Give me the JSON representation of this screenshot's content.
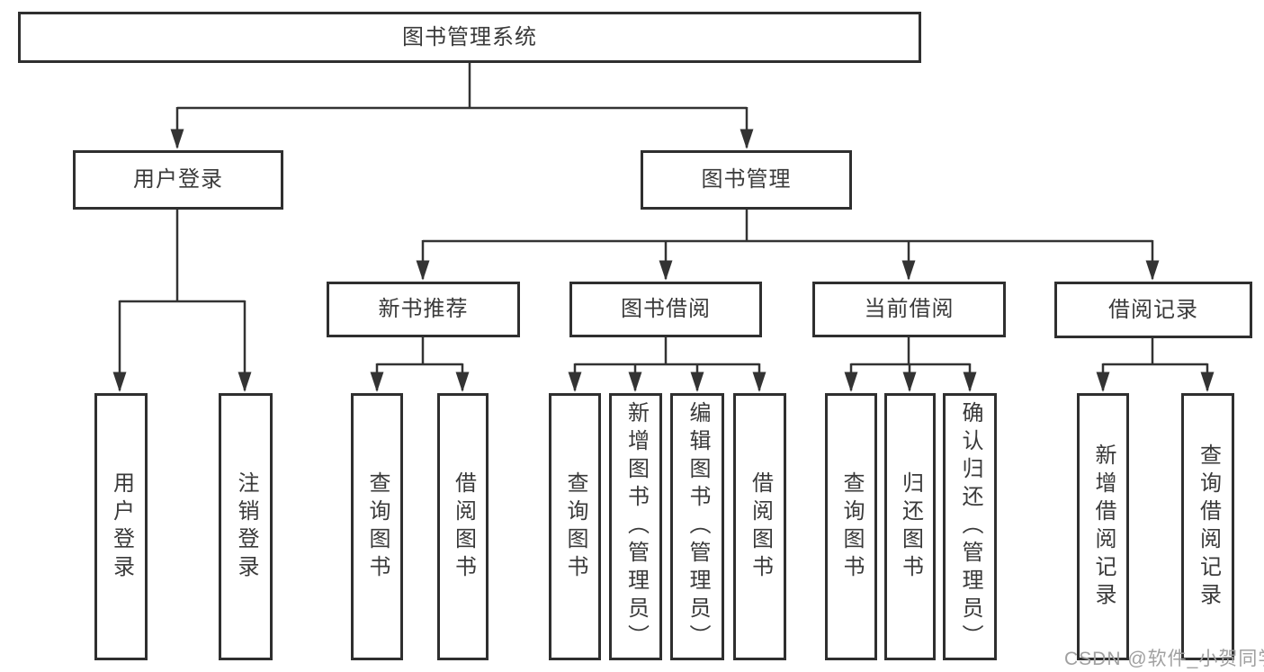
{
  "diagram": {
    "root": {
      "label": "图书管理系统"
    },
    "level2": {
      "user_login": "用户登录",
      "book_mgmt": "图书管理"
    },
    "level3": {
      "new_book_rec": "新书推荐",
      "book_borrow": "图书借阅",
      "current_borrow": "当前借阅",
      "borrow_records": "借阅记录"
    },
    "leaves": {
      "user_login": "用户登录",
      "logout": "注销登录",
      "nb_query": "查询图书",
      "nb_borrow": "借阅图书",
      "bb_query": "查询图书",
      "bb_add": "新增图书（管理员）",
      "bb_edit": "编辑图书（管理员）",
      "bb_borrow": "借阅图书",
      "cb_query": "查询图书",
      "cb_return": "归还图书",
      "cb_confirm": "确认归还（管理员）",
      "br_add": "新增借阅记录",
      "br_query": "查询借阅记录"
    }
  },
  "watermark": {
    "text": "CSDN @软件_小贺同学"
  },
  "colors": {
    "background": "#ffffff",
    "box_border": "#2f2f2f",
    "text": "#3a3a3a",
    "line": "#333333",
    "watermark": "#a0a0a0"
  }
}
